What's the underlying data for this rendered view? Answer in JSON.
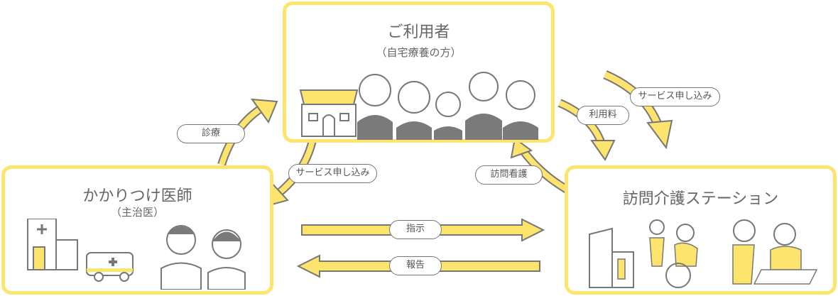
{
  "nodes": {
    "user": {
      "title": "ご利用者",
      "subtitle": "（自宅療養の方）"
    },
    "doctor": {
      "title": "かかりつけ医師",
      "subtitle": "（主治医）"
    },
    "station": {
      "title": "訪問介護ステーション"
    }
  },
  "edges": {
    "consultation": "診療",
    "service_request_doctor": "サービス申し込み",
    "fee": "利用料",
    "service_request_station": "サービス申し込み",
    "visiting_nursing": "訪問看護",
    "instruction": "指示",
    "report": "報告"
  },
  "colors": {
    "accent": "#fde46d",
    "outline": "#777777",
    "fill_gray": "#7a7a7a"
  }
}
